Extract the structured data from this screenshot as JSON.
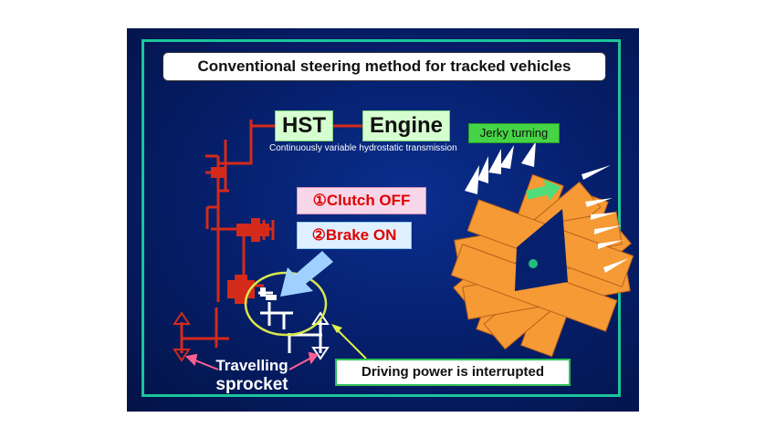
{
  "title": "Conventional steering method for tracked vehicles",
  "hst_label": "HST",
  "engine_label": "Engine",
  "hst_description": "Continuously variable hydrostatic transmission",
  "step1_label": "①Clutch OFF",
  "step2_label": "②Brake ON",
  "turning_label": "Jerky turning",
  "driving_label": "Driving power is interrupted",
  "sprocket_label_line1": "Travelling",
  "sprocket_label_line2": "sprocket",
  "colors": {
    "background": "#06206e",
    "frame": "#1cc59a",
    "drivetrain": "#d42a1a",
    "vehicle": "#f59a35",
    "arrow_green": "#4fdc7a",
    "highlight_ellipse": "#d9e84a"
  },
  "icons": [
    "right-arrow-icon",
    "pointer-arrow-icon",
    "pivot-dot-icon"
  ]
}
